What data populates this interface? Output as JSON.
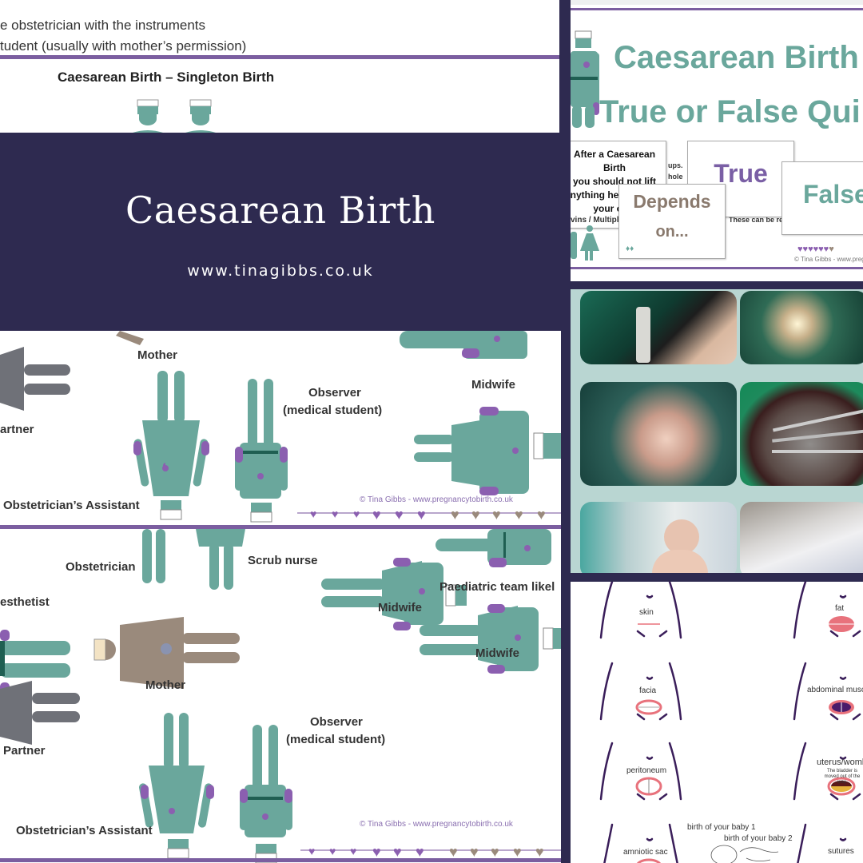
{
  "banner": {
    "title": "Caesarean Birth",
    "url": "www.tinagibbs.co.uk",
    "background": "#2e2a50"
  },
  "left_top_slide": {
    "bullet_lines": [
      "e obstetrician with the instruments",
      "tudent (usually with mother’s permission)"
    ],
    "heading": "Caesarean Birth – Singleton Birth"
  },
  "left_diagram": {
    "upper": {
      "labels": {
        "mother": "Mother",
        "partner": "artner",
        "observer": "Observer",
        "observer_sub": "(medical student)",
        "midwife": "Midwife",
        "assistant": "Obstetrician’s Assistant"
      },
      "copyright": "© Tina Gibbs - www.pregnancytobirth.co.uk"
    },
    "lower": {
      "labels": {
        "obstetrician": "Obstetrician",
        "scrub_nurse": "Scrub nurse",
        "paediatric": "Paediatric team likel",
        "anaesthetist": "esthetist",
        "mother": "Mother",
        "midwife_1": "Midwife",
        "midwife_2": "Midwife",
        "partner": "Partner",
        "observer": "Observer",
        "observer_sub": "(medical student)",
        "assistant": "Obstetrician’s Assistant"
      },
      "copyright": "© Tina Gibbs - www.pregnancytobirth.co.uk"
    }
  },
  "quiz_panel": {
    "title_line1": "Caesarean Birth",
    "title_line2": "True or False Qui",
    "question_card": {
      "lines": [
        "After a Caesarean Birth",
        "you should not lift",
        "anything heavier than",
        "your own"
      ],
      "footer": "vins / Multiples"
    },
    "fragments": [
      "ups.",
      "hole",
      "These can be re"
    ],
    "cards": {
      "depends": "Depends",
      "depends_2": "on...",
      "true": "True",
      "false": "False"
    },
    "copyright": "© Tina Gibbs - www.pregnan"
  },
  "photo_grid": {
    "photos": [
      "hand-with-pulse-oximeter",
      "surgeons-at-operating-table",
      "baby-being-delivered",
      "surgical-instruments-tray",
      "newborn-crying",
      "newborn-in-hospital-cot"
    ]
  },
  "layers_panel": {
    "layers": [
      {
        "label": "skin"
      },
      {
        "label": "fat"
      },
      {
        "label": "facia"
      },
      {
        "label": "abdominal musc"
      },
      {
        "label": "peritoneum"
      },
      {
        "label": "uterus/womb",
        "note": "The bladder is moved out of the way."
      },
      {
        "label": "amniotic sac"
      },
      {
        "label": "sutures"
      }
    ],
    "birth_1": "birth of your baby 1",
    "birth_2": "birth of your baby 2"
  },
  "colors": {
    "teal": "#6aa79c",
    "purple": "#7b5ea0",
    "taupe": "#9a8a7c",
    "navy": "#2e2a50",
    "pink": "#e8727c"
  }
}
